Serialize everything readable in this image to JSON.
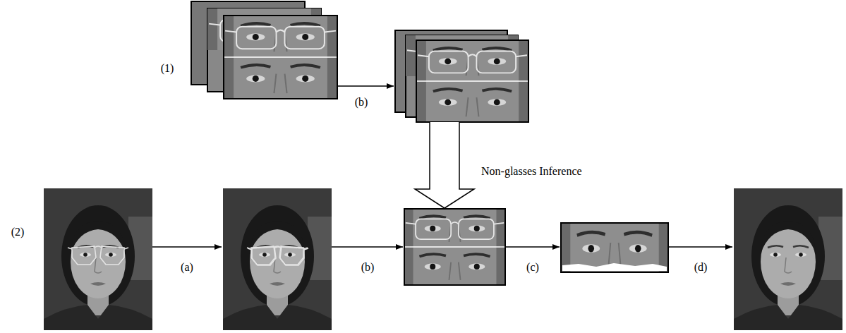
{
  "diagram": {
    "labels": [
      "(1)",
      "(b)",
      "Non-glasses Inference",
      "(2)",
      "(a)",
      "(b)",
      "(c)",
      "(d)"
    ]
  }
}
